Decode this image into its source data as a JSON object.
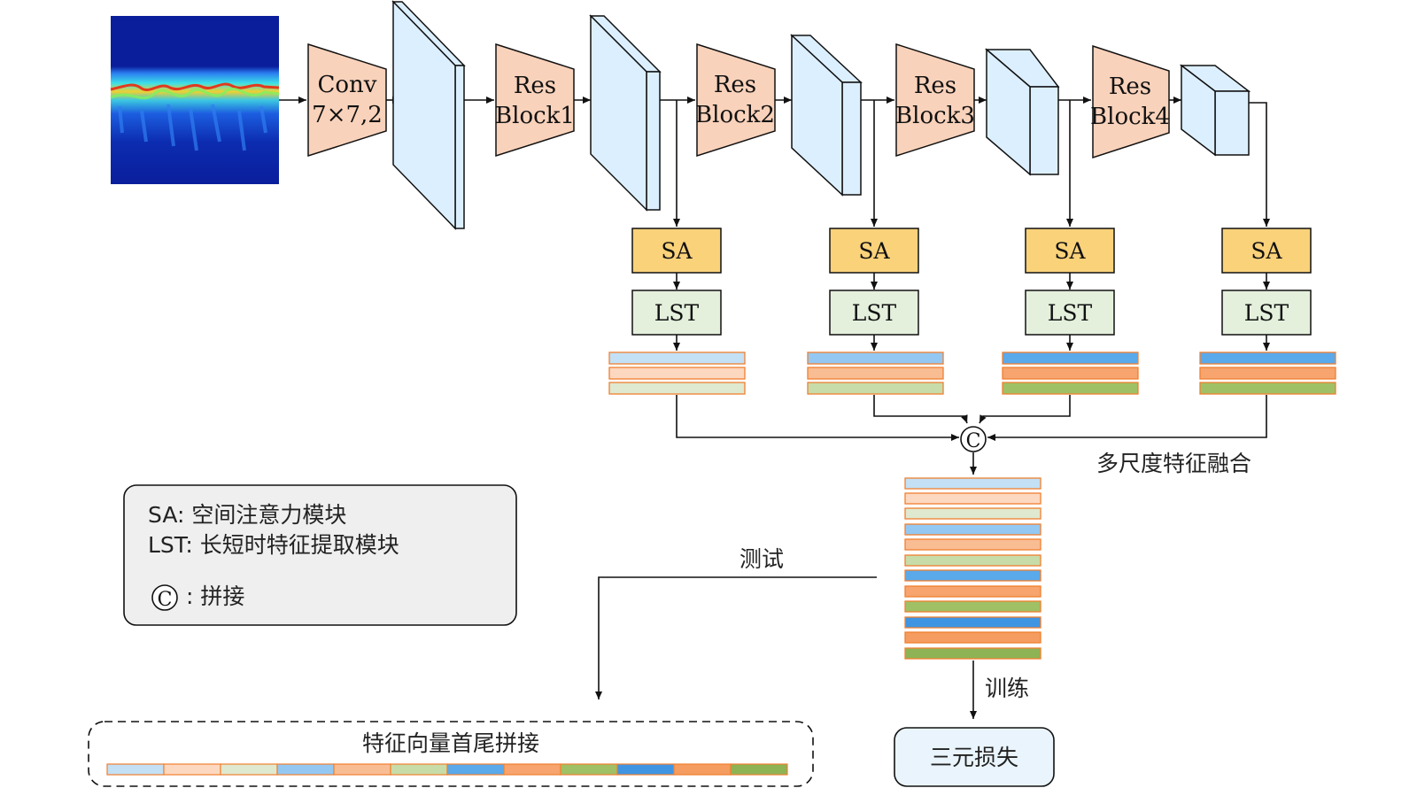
{
  "conv": {
    "line1": "Conv",
    "line2": "7×7,2"
  },
  "res_blocks": [
    {
      "line1": "Res",
      "line2": "Block1"
    },
    {
      "line1": "Res",
      "line2": "Block2"
    },
    {
      "line1": "Res",
      "line2": "Block3"
    },
    {
      "line1": "Res",
      "line2": "Block4"
    }
  ],
  "sa_label": "SA",
  "lst_label": "LST",
  "fusion_label": "多尺度特征融合",
  "concat_symbol": "C",
  "test_label": "测试",
  "train_label": "训练",
  "loss_label": "三元损失",
  "concat_output_label": "特征向量首尾拼接",
  "legend": {
    "sa": "SA: 空间注意力模块",
    "lst": "LST: 长短时特征提取模块",
    "concat": ": 拼接"
  },
  "colors": {
    "trapezoid_fill": "#f9d2bb",
    "block_fill": "#dcefff",
    "sa_fill": "#fad27a",
    "lst_fill": "#e4f0dc",
    "legend_fill": "#efefef",
    "feature_light": [
      "#c3e0f5",
      "#fdd8c0",
      "#dfe9cf"
    ],
    "feature_mid": [
      "#94c8f2",
      "#f9bd94",
      "#c7dca8"
    ],
    "feature_dark": [
      "#5aa9ea",
      "#f7a46e",
      "#9fc065"
    ]
  }
}
